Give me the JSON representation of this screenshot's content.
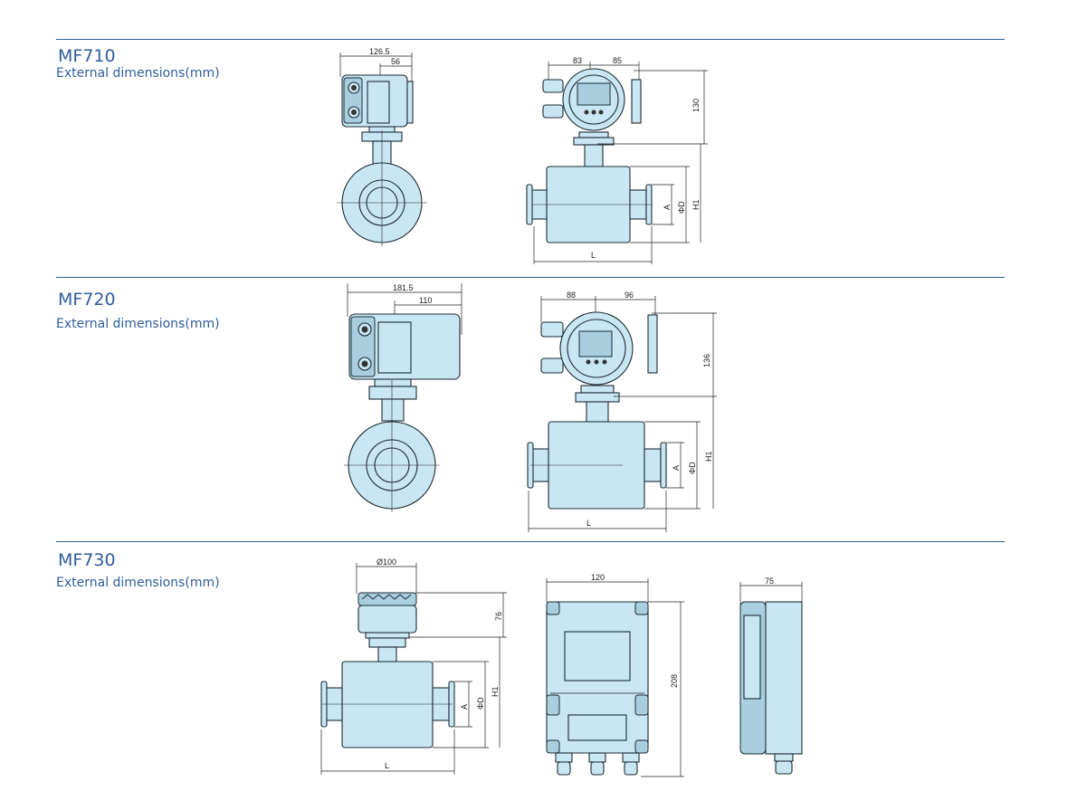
{
  "sections": [
    {
      "model": "MF710",
      "subtitle": "External dimensions(mm)",
      "dims": {
        "width_total": "126.5",
        "width_head": "56",
        "left": "83",
        "right": "85",
        "height_head": "130",
        "a": "A",
        "d": "ΦD",
        "h1": "H1",
        "l": "L"
      }
    },
    {
      "model": "MF720",
      "subtitle": "External dimensions(mm)",
      "dims": {
        "width_total": "181.5",
        "width_head": "110",
        "left": "88",
        "right": "96",
        "height_head": "136",
        "a": "A",
        "d": "ΦD",
        "h1": "H1",
        "l": "L"
      }
    },
    {
      "model": "MF730",
      "subtitle": "External dimensions(mm)",
      "dims": {
        "dia": "Ø100",
        "height_head": "76",
        "a": "A",
        "d": "ΦD",
        "h1": "H1",
        "l": "L",
        "box_width": "120",
        "box_height": "208",
        "box_depth": "75"
      }
    }
  ],
  "colors": {
    "accent": "#2f5d9e",
    "body": "#c9e7f3"
  }
}
